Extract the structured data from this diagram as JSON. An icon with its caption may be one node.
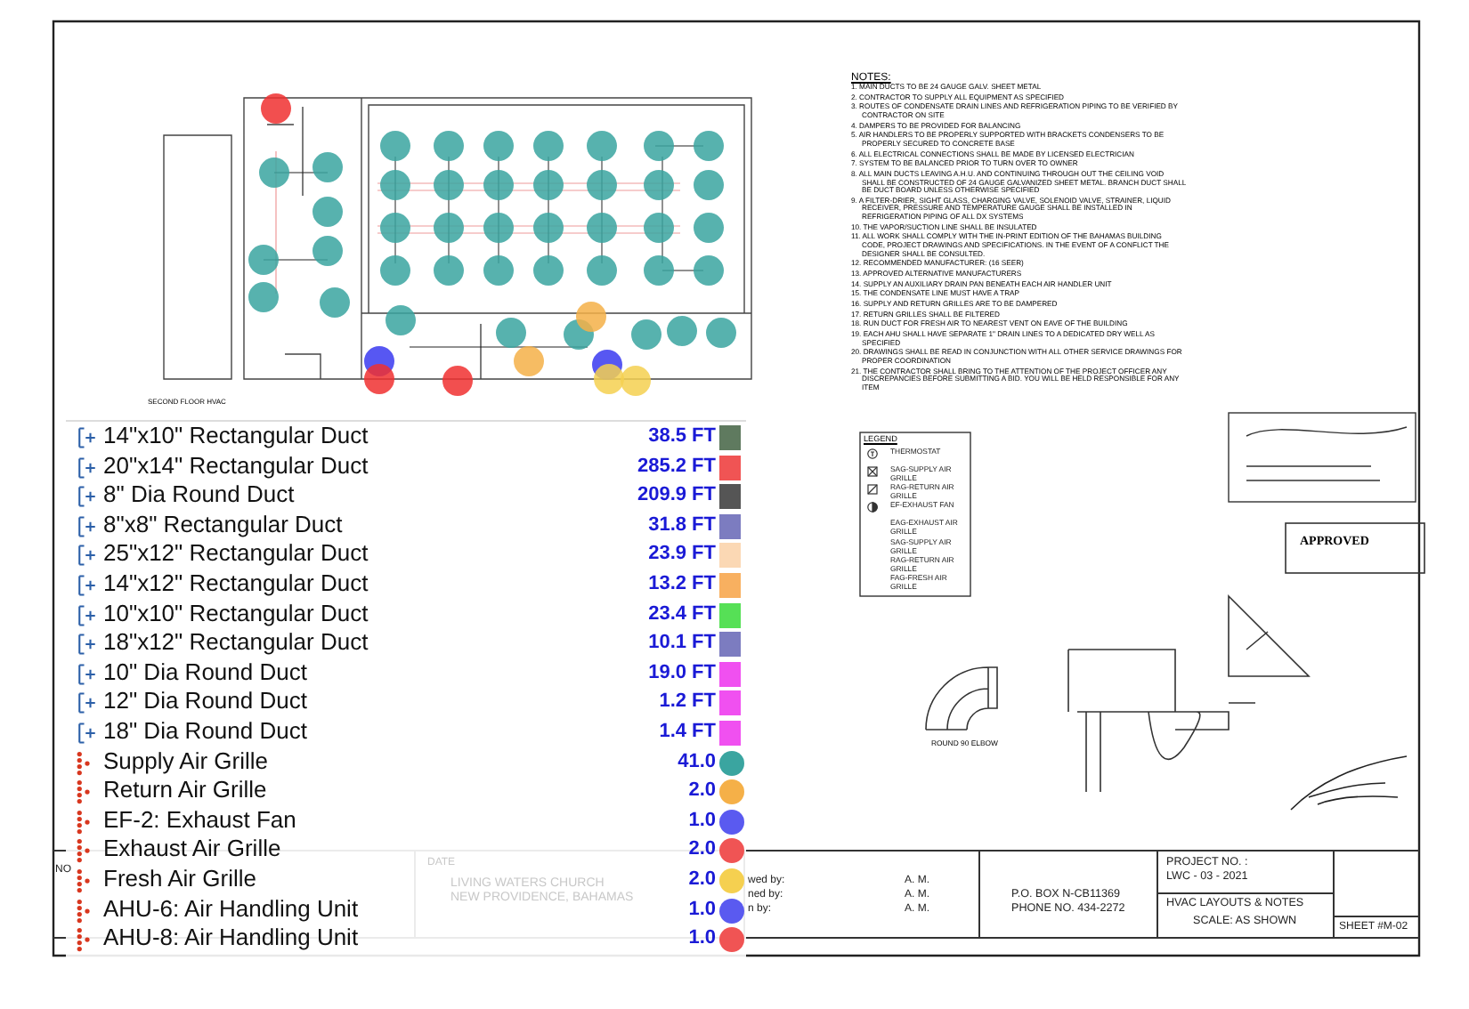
{
  "diagram": {
    "labels": [
      "NOTES:",
      "1. MAIN DUCTS TO BE 24 GAUGE GALV. SHEET METAL",
      "2. CONTRACTOR TO SUPPLY ALL EQUIPMENT AS SPECIFIED",
      "3. ROUTES OF CONDENSATE DRAIN LINES AND REFRIGERATION PIPING TO BE VERIFIED BY CONTRACTOR ON SITE",
      "4. DAMPERS TO BE PROVIDED FOR BALANCING",
      "5. AIR HANDLERS TO BE PROPERLY SUPPORTED WITH BRACKETS CONDENSERS TO BE PROPERLY SECURED TO CONCRETE BASE",
      "6. ALL ELECTRICAL CONNECTIONS SHALL BE MADE BY LICENSED ELECTRICIAN",
      "7. SYSTEM TO BE BALANCED PRIOR TO TURN OVER TO OWNER",
      "8. ALL MAIN DUCTS LEAVING A.H.U. AND CONTINUING THROUGH OUT THE CEILING VOID SHALL BE CONSTRUCTED OF 24 GAUGE GALVANIZED SHEET METAL. BRANCH DUCT SHALL BE DUCT BOARD UNLESS OTHERWISE SPECIFIED",
      "9. A FILTER-DRIER, SIGHT GLASS, CHARGING VALVE, SOLENOID VALVE, STRAINER, LIQUID RECEIVER, PRESSURE AND TEMPERATURE GAUGE SHALL BE INSTALLED IN REFRIGERATION PIPING OF ALL DX SYSTEMS",
      "10. THE VAPOR/SUCTION LINE SHALL BE INSULATED",
      "11. ALL WORK SHALL COMPLY WITH THE IN-PRINT EDITION OF THE BAHAMAS BUILDING CODE, PROJECT DRAWINGS AND SPECIFICATIONS. IN THE EVENT OF A CONFLICT THE DESIGNER SHALL BE CONSULTED.",
      "12. RECOMMENDED MANUFACTURER: (16 SEER)",
      "13. APPROVED ALTERNATIVE MANUFACTURERS",
      "14. SUPPLY AN AUXILIARY DRAIN PAN BENEATH EACH AIR HANDLER UNIT",
      "15. THE CONDENSATE LINE MUST HAVE A TRAP",
      "16. SUPPLY AND RETURN GRILLES ARE TO BE DAMPERED",
      "17. RETURN GRILLES SHALL BE FILTERED",
      "18. RUN DUCT FOR FRESH AIR TO NEAREST VENT ON EAVE OF THE BUILDING",
      "19. EACH AHU SHALL HAVE SEPARATE 1\" DRAIN LINES TO A DEDICATED DRY WELL AS SPECIFIED",
      "20. DRAWINGS SHALL BE READ IN CONJUNCTION WITH ALL OTHER SERVICE DRAWINGS FOR PROPER COORDINATION",
      "21. THE CONTRACTOR SHALL BRING TO THE ATTENTION OF THE PROJECT OFFICER ANY DISCREPANCIES BEFORE SUBMITTING A BID. YOU WILL BE HELD RESPONSIBLE FOR ANY ITEM",
      "LEGEND",
      "SECOND FLOOR HVAC",
      "APPROVED",
      "ROUND 90 ELBOW",
      "38.5 FT",
      "285.2 FT",
      "209.9 FT",
      "31.8 FT",
      "23.9 FT",
      "13.2 FT",
      "23.4 FT",
      "10.1 FT",
      "19.0 FT",
      "1.2 FT",
      "1.4 FT",
      "41.0",
      "2.0",
      "1.0",
      "2.0",
      "2.0",
      "1.0",
      "1.0",
      "NO",
      "DATE",
      "LIVING WATERS CHURCH",
      "NEW PROVIDENCE, BAHAMAS",
      "wed by:",
      "A. M.",
      "ned by:",
      "A. M.",
      "n by:",
      "A. M.",
      "P.O. BOX N-CB11369",
      "PHONE NO. 434-2272",
      "PROJECT NO. :",
      "LWC - 03 - 2021",
      "HVAC LAYOUTS & NOTES",
      "SCALE: AS SHOWN",
      "SHEET #M-02"
    ],
    "legend": [
      {
        "text": "THERMOSTAT"
      },
      {
        "text": "SAG-SUPPLY AIR GRILLE"
      },
      {
        "text": "RAG-RETURN AIR GRILLE"
      },
      {
        "text": "EF-EXHAUST FAN"
      },
      {
        "text": "EAG-EXHAUST AIR GRILLE"
      },
      {
        "text": "SAG-SUPPLY AIR GRILLE"
      },
      {
        "text": "RAG-RETURN AIR GRILLE"
      },
      {
        "text": "FAG-FRESH AIR GRILLE"
      },
      {
        "text": "14\"x10\" Rectangular Duct",
        "color": "#5f7a5f"
      },
      {
        "text": "20\"x14\" Rectangular Duct",
        "color": "#f05454"
      },
      {
        "text": "8\" Dia Round Duct",
        "color": "#555555"
      },
      {
        "text": "8\"x8\" Rectangular Duct",
        "color": "#7c7cc0"
      },
      {
        "text": "25\"x12\" Rectangular Duct",
        "color": "#fbd8b4"
      },
      {
        "text": "14\"x12\" Rectangular Duct",
        "color": "#f8b060"
      },
      {
        "text": "10\"x10\" Rectangular Duct",
        "color": "#56e056"
      },
      {
        "text": "18\"x12\" Rectangular Duct",
        "color": "#7c7cc0"
      },
      {
        "text": "10\" Dia Round Duct",
        "color": "#f050f0"
      },
      {
        "text": "12\" Dia Round Duct",
        "color": "#f050f0"
      },
      {
        "text": "18\" Dia Round Duct",
        "color": "#f050f0"
      },
      {
        "text": "Supply Air Grille",
        "color": "#3aa5a0"
      },
      {
        "text": "Return Air Grille",
        "color": "#f5b048"
      },
      {
        "text": "EF-2: Exhaust Fan",
        "color": "#5a5af0"
      },
      {
        "text": "Exhaust Air Grille",
        "color": "#f05454"
      },
      {
        "text": "Fresh Air Grille",
        "color": "#f5d050"
      },
      {
        "text": "AHU-6: Air Handling Unit",
        "color": "#5a5af0"
      },
      {
        "text": "AHU-8: Air Handling Unit",
        "color": "#f05454"
      }
    ]
  }
}
